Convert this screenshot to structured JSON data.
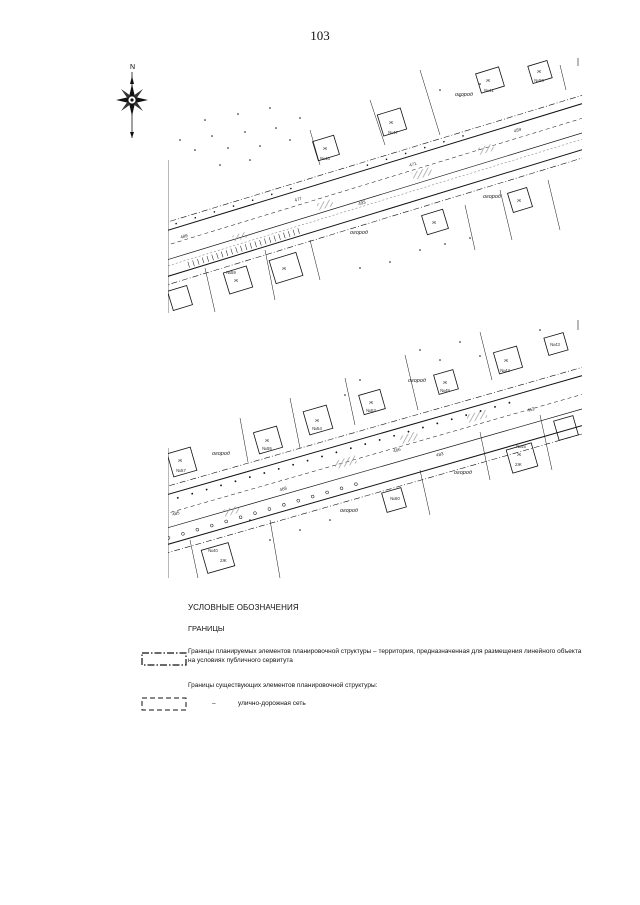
{
  "page": {
    "number": "103"
  },
  "compass": {
    "north_label": "N"
  },
  "map_labels": {
    "garden": "огород",
    "house": "Ж",
    "k2": "2Ж",
    "house_numbers": [
      "№40",
      "№41",
      "№42",
      "№43",
      "№45",
      "№46",
      "№47",
      "№48",
      "№49",
      "№50",
      "№51",
      "№52",
      "№53",
      "№54",
      "№55",
      "№56",
      "№57",
      "№58",
      "№59",
      "№60"
    ],
    "survey": [
      "489",
      "477",
      "471",
      "459",
      "493",
      "485",
      "468",
      "466",
      "452",
      "483",
      "478"
    ]
  },
  "legend": {
    "title": "УСЛОВНЫЕ ОБОЗНАЧЕНИЯ",
    "subtitle": "ГРАНИЦЫ",
    "item1_text": "Границы планируемых элементов планировочной структуры – территория, предназначенная для размещения линейного объекта на условиях публичного сервитута",
    "existing_header": "Границы существующих элементов планировочной структуры:",
    "item2_dash": "–",
    "item2_text": "улично-дорожная сеть"
  },
  "colors": {
    "ink": "#111111",
    "hatch": "#9a9a9a",
    "paper": "#ffffff"
  }
}
